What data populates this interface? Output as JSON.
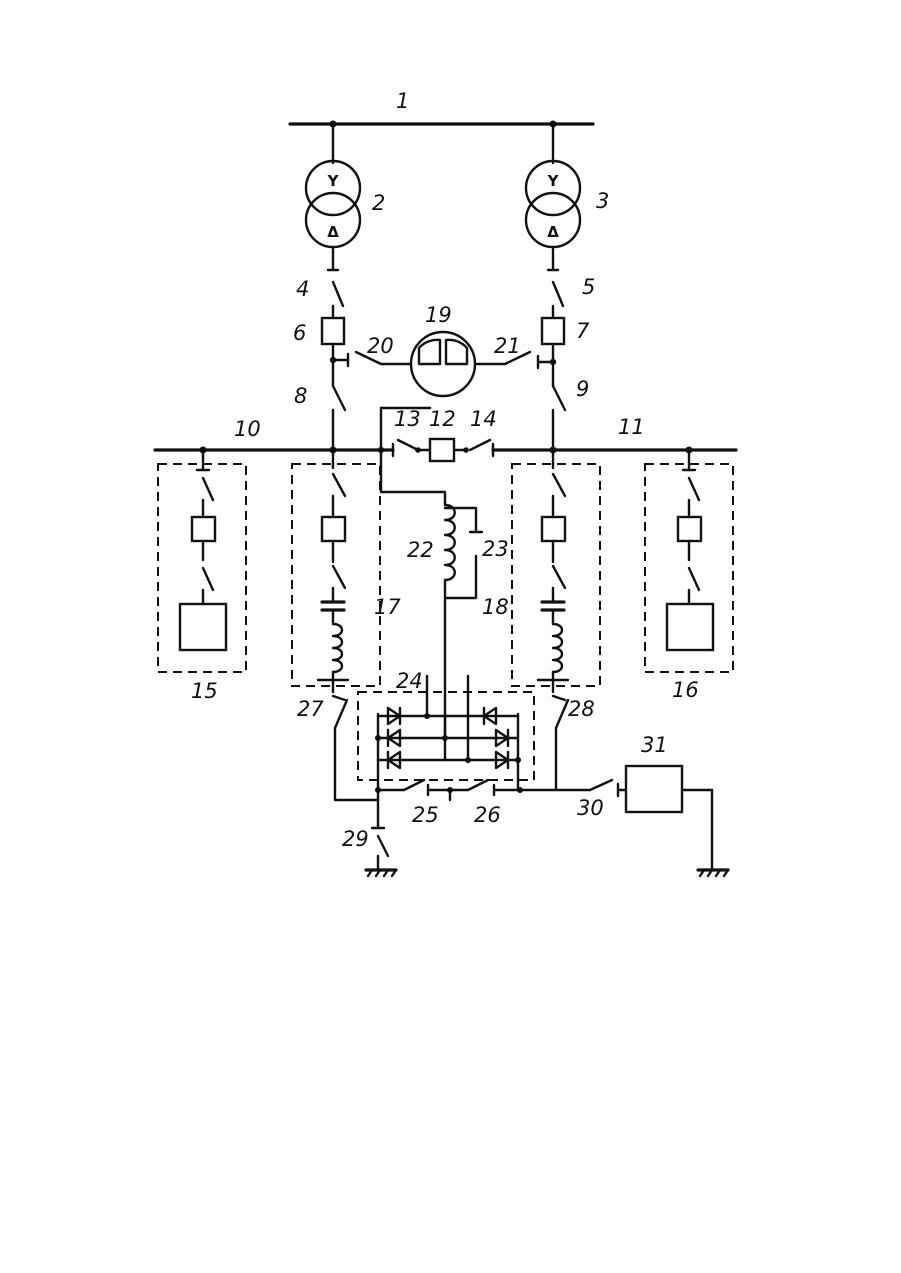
{
  "diagram": {
    "labels": {
      "l1": "1",
      "l2": "2",
      "l3": "3",
      "l4": "4",
      "l5": "5",
      "l6": "6",
      "l7": "7",
      "l8": "8",
      "l9": "9",
      "l10": "10",
      "l11": "11",
      "l12": "12",
      "l13": "13",
      "l14": "14",
      "l15": "15",
      "l16": "16",
      "l17": "17",
      "l18": "18",
      "l19": "19",
      "l20": "20",
      "l21": "21",
      "l22": "22",
      "l23": "23",
      "l24": "24",
      "l25": "25",
      "l26": "26",
      "l27": "27",
      "l28": "28",
      "l29": "29",
      "l30": "30",
      "l31": "31"
    },
    "symbols": {
      "star": "Y",
      "delta": "Δ"
    }
  }
}
